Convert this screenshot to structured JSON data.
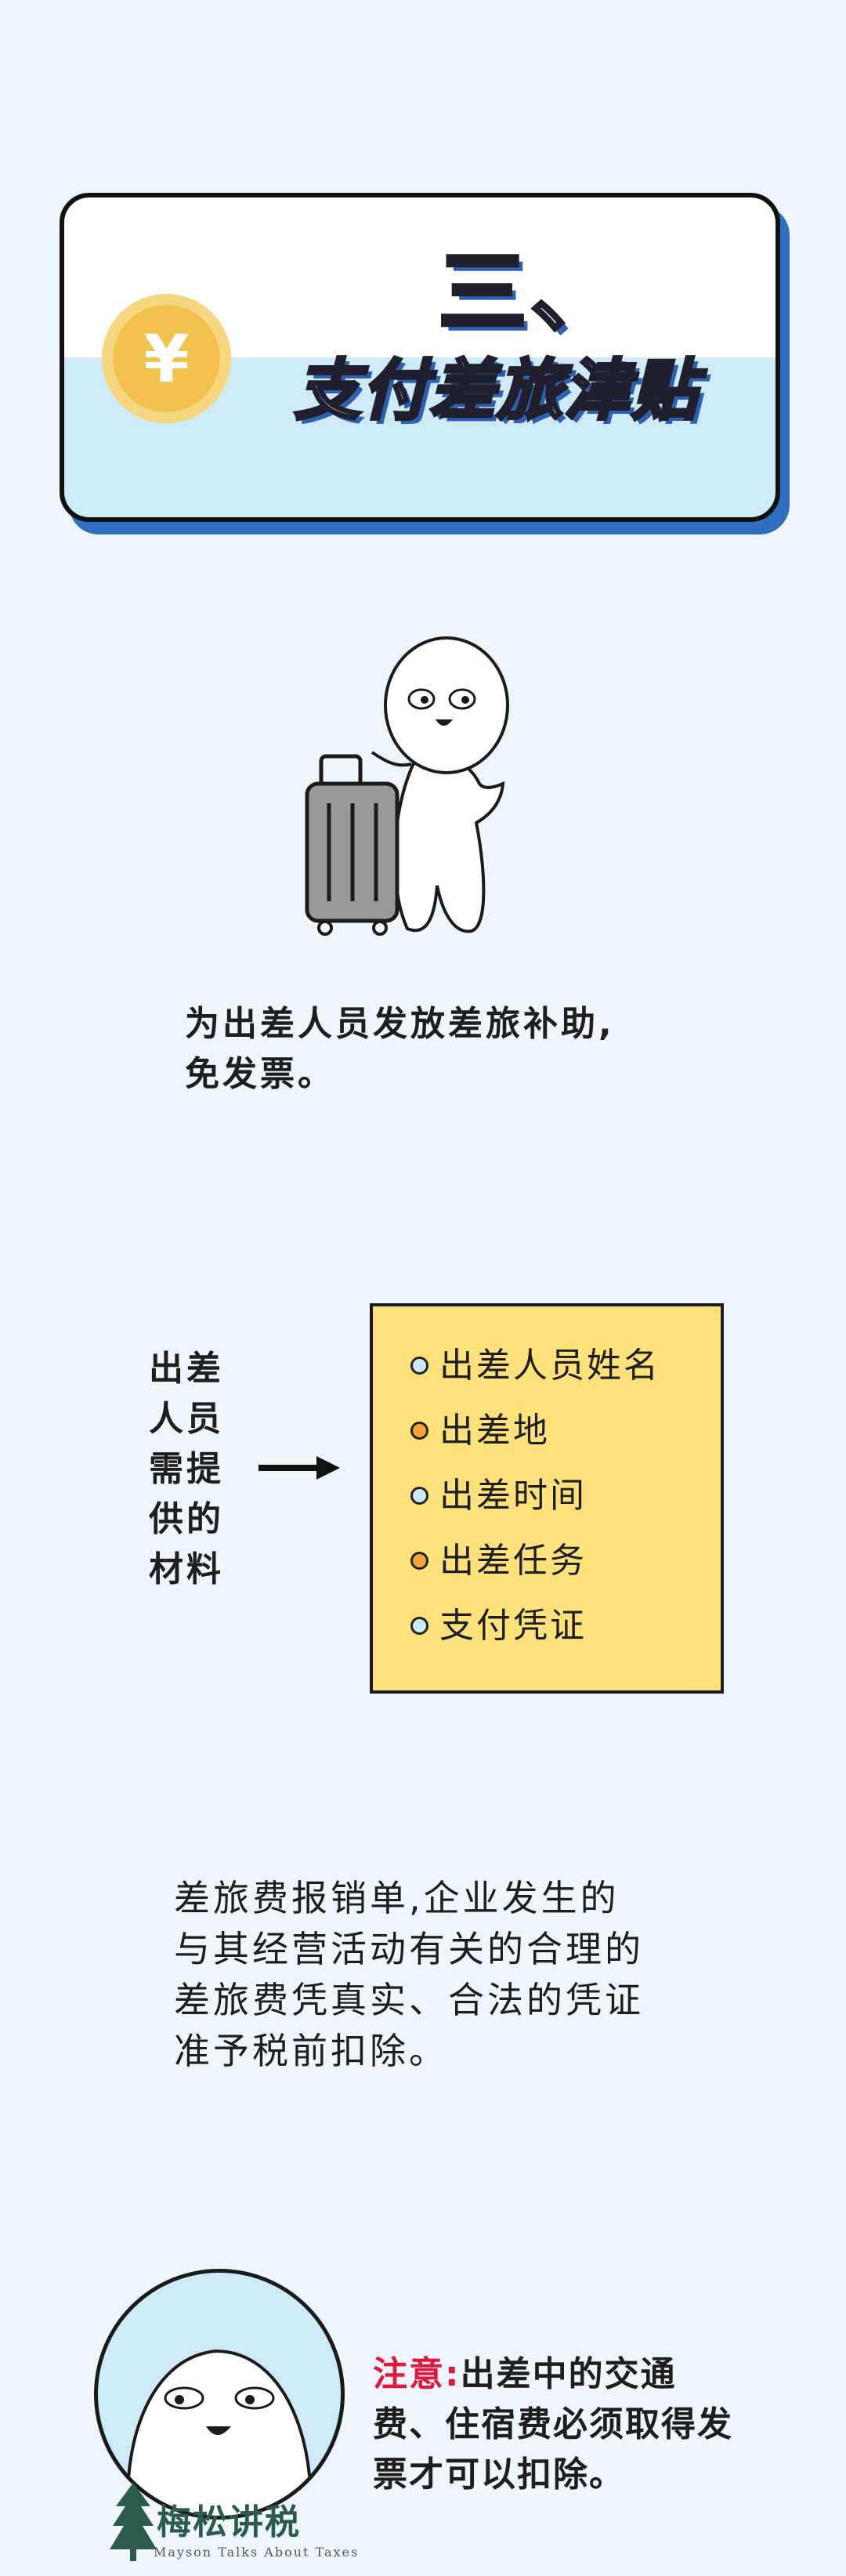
{
  "header": {
    "coin_symbol": "¥",
    "number": "三、",
    "title": "支付差旅津贴"
  },
  "intro": {
    "line1": "为出差人员发放差旅补助,",
    "line2": "免发票。"
  },
  "materials": {
    "label_lines": [
      "出差",
      "人员",
      "需提",
      "供的",
      "材料"
    ],
    "items": [
      {
        "text": "出差人员姓名",
        "dot_color": "#cde8f6"
      },
      {
        "text": "出差地",
        "dot_color": "#f5a43a"
      },
      {
        "text": "出差时间",
        "dot_color": "#cde8f6"
      },
      {
        "text": "出差任务",
        "dot_color": "#f5a43a"
      },
      {
        "text": "支付凭证",
        "dot_color": "#cde8f6"
      }
    ]
  },
  "expense_paragraph": {
    "lines": [
      "差旅费报销单,企业发生的",
      "与其经营活动有关的合理的",
      "差旅费凭真实、合法的凭证",
      "准予税前扣除。"
    ]
  },
  "note": {
    "highlight": "注意:",
    "text1": "出差中的交通",
    "text2": "费、住宿费必须取得发",
    "text3": "票才可以扣除。"
  },
  "logo": {
    "name": "梅松讲税",
    "subtitle": "Mayson Talks About Taxes"
  },
  "colors": {
    "background": "#eef6fb",
    "card_shadow": "#2f6fbf",
    "coin": "#f2c24f",
    "box_yellow": "#fde17a",
    "note_red": "#e3173b",
    "logo_green": "#2b5b4c"
  },
  "icons": {
    "coin": "yen-coin-icon",
    "character": "traveler-with-suitcase",
    "arrow": "right-arrow-icon",
    "avatar": "character-avatar",
    "logo_tree": "pine-tree-icon"
  }
}
